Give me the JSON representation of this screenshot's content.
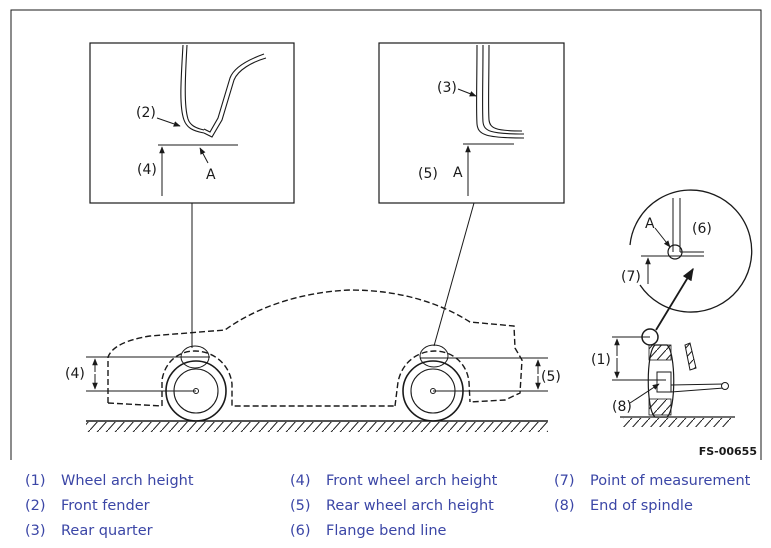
{
  "figure_id": "FS-00655",
  "callouts": {
    "c1": "(1)",
    "c2": "(2)",
    "c3": "(3)",
    "c4": "(4)",
    "c5": "(5)",
    "c6": "(6)",
    "c7": "(7)",
    "c8": "(8)",
    "point": "A"
  },
  "legend": [
    {
      "num": "(1)",
      "text": "Wheel arch height"
    },
    {
      "num": "(2)",
      "text": "Front fender"
    },
    {
      "num": "(3)",
      "text": "Rear quarter"
    },
    {
      "num": "(4)",
      "text": "Front wheel arch height"
    },
    {
      "num": "(5)",
      "text": "Rear wheel arch height"
    },
    {
      "num": "(6)",
      "text": "Flange bend line"
    },
    {
      "num": "(7)",
      "text": "Point of measurement"
    },
    {
      "num": "(8)",
      "text": "End of spindle"
    }
  ],
  "colors": {
    "legend_text": "#3b46a6",
    "line": "#1a1a1a"
  }
}
